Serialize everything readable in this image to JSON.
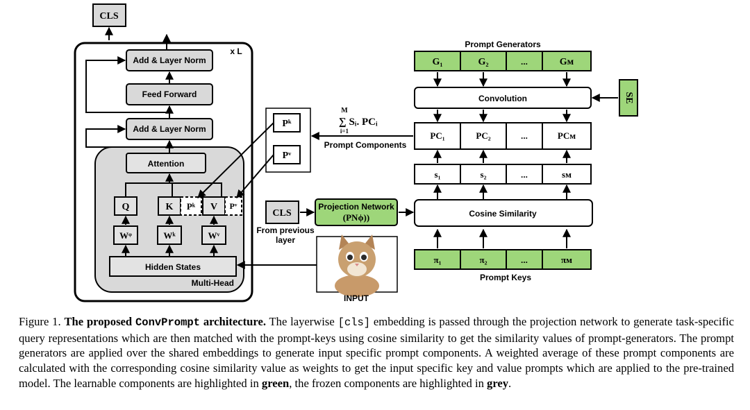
{
  "figure": {
    "cls_top": "CLS",
    "xL": "x L",
    "add_norm_top": "Add & Layer Norm",
    "feed_forward": "Feed Forward",
    "add_norm_mid": "Add & Layer Norm",
    "attention": "Attention",
    "q": "Q",
    "k": "K",
    "v": "V",
    "pk_small": "Pᵏ",
    "pv_small": "Pᵛ",
    "wq": "Wᵠ",
    "wk": "Wᵏ",
    "wv": "Wᵛ",
    "hidden_states": "Hidden States",
    "multi_head": "Multi-Head",
    "pk_box": "Pᵏ",
    "pv_box": "Pᵛ",
    "sum_top": "M",
    "sum_expr": "∑ Sᵢ. PCᵢ",
    "sum_bottom": "i=1",
    "prompt_components": "Prompt Components",
    "cls_mid": "CLS",
    "from_prev_1": "From previous",
    "from_prev_2": "layer",
    "proj_net_1": "Projection Network",
    "proj_net_2": "(PNϕ))",
    "input": "INPUT",
    "prompt_generators": "Prompt Generators",
    "g": [
      "G₁",
      "G₂",
      "...",
      "Gᴍ"
    ],
    "convolution": "Convolution",
    "se": "SE",
    "pc": [
      "PC₁",
      "PC₂",
      "...",
      "PCᴍ"
    ],
    "s": [
      "s₁",
      "s₂",
      "...",
      "sᴍ"
    ],
    "cosine": "Cosine Similarity",
    "pi": [
      "π₁",
      "π₂",
      "...",
      "πᴍ"
    ],
    "prompt_keys": "Prompt Keys"
  },
  "caption": {
    "fig_label": "Figure 1.",
    "title_a": "The proposed ",
    "title_code": "ConvPrompt",
    "title_b": " architecture.",
    "t1": " The layerwise ",
    "code_cls": "[cls]",
    "t2": " embedding is passed through the projection network to generate task-specific query representations which are then matched with the prompt-keys using cosine similarity to get the similarity values of prompt-generators. The prompt generators are applied over the shared embeddings to generate input specific prompt components. A weighted average of these prompt components are calculated with the corresponding cosine similarity value as weights to get the input specific key and value prompts which are applied to the pre-trained model. The learnable components are highlighted in ",
    "green": "green",
    "t3": ", the frozen components are highlighted in ",
    "grey": "grey",
    "t4": "."
  },
  "colors": {
    "green": "#9ed67a",
    "grey": "#d9d9d9",
    "light_grey": "#e3e3e3"
  }
}
